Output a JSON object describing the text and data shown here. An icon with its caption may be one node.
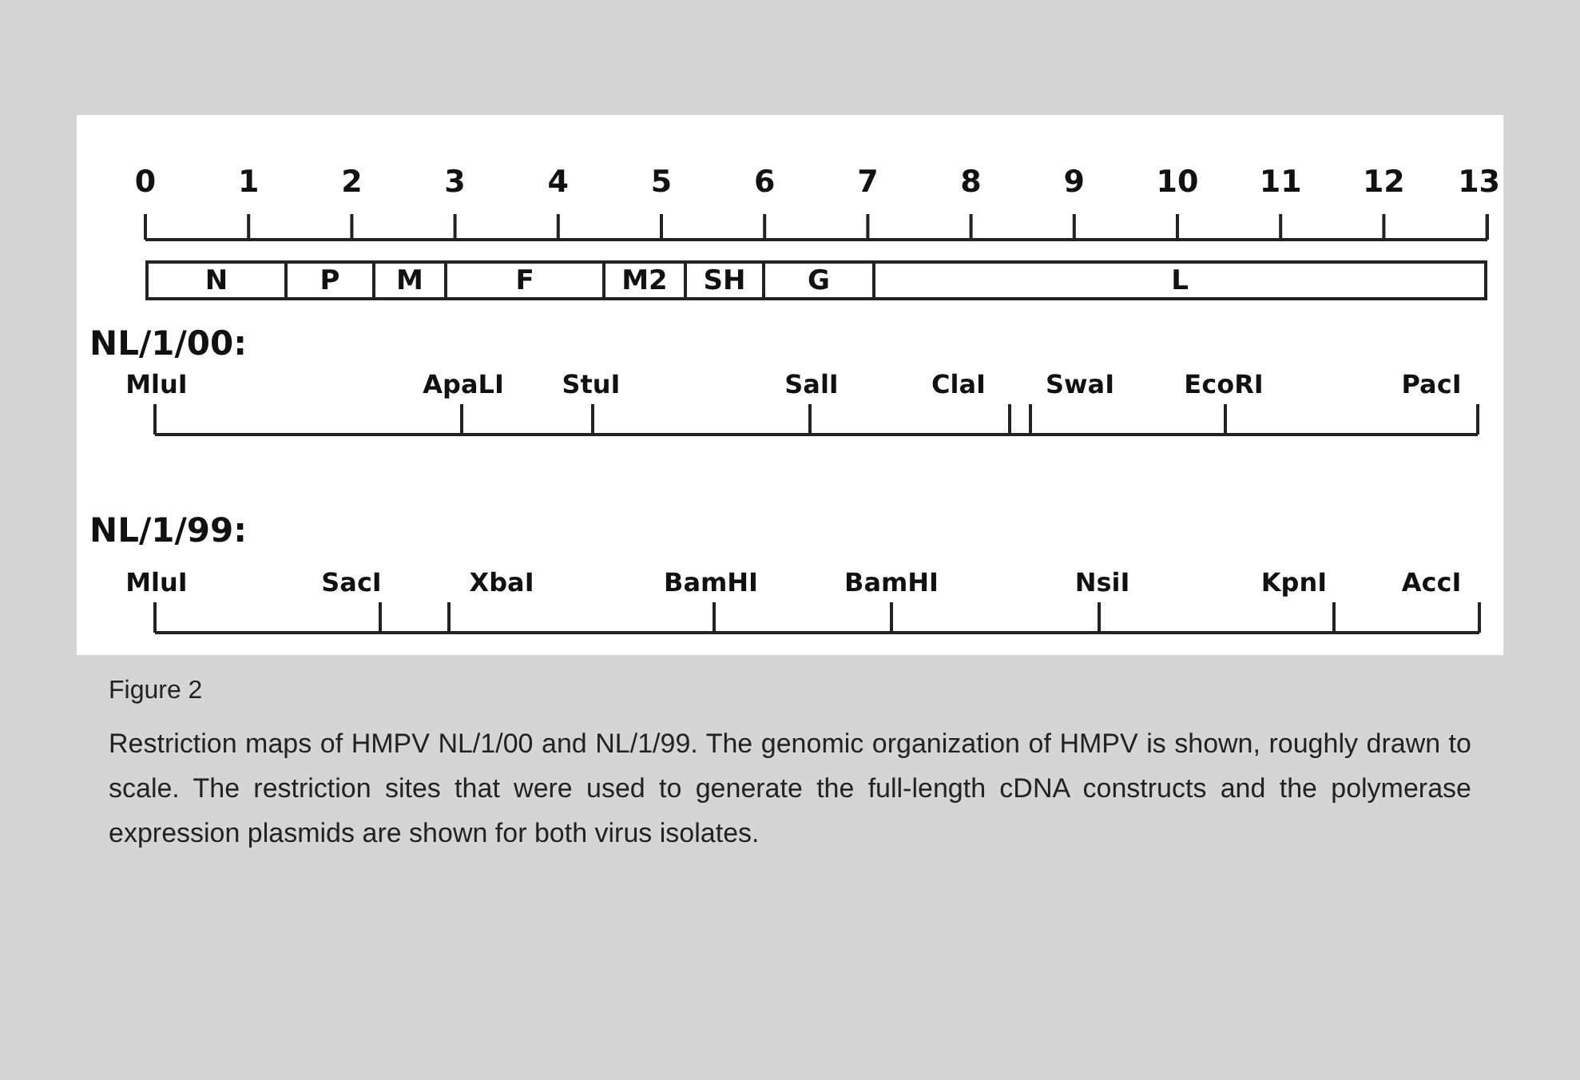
{
  "diagram": {
    "caption": "Restriction maps of HMPV NL/1/00 and NL/1/99. The genomic organization of HMPV is shown, roughly drawn to scale. The restriction sites that were used to generate the full-length cDNA constructs and the polymerase expression plasmids are shown for both virus isolates.",
    "nodes": [
      {
        "text": [
          "N"
        ]
      },
      {
        "text": [
          "P"
        ]
      },
      {
        "text": [
          "M"
        ]
      },
      {
        "text": [
          "F"
        ]
      },
      {
        "text": [
          "M2"
        ]
      },
      {
        "text": [
          "SH"
        ]
      },
      {
        "text": [
          "G"
        ]
      },
      {
        "text": [
          "L"
        ]
      }
    ],
    "labels": [
      "0",
      "1",
      "2",
      "3",
      "4",
      "5",
      "6",
      "7",
      "8",
      "9",
      "10",
      "11",
      "12",
      "13",
      "NL/1/00:",
      "MluI",
      "ApaLI",
      "StuI",
      "SalI",
      "ClaI",
      "SwaI",
      "EcoRI",
      "PacI",
      "NL/1/99:",
      "MluI",
      "SacI",
      "XbaI",
      "BamHI",
      "BamHI",
      "NsiI",
      "KpnI",
      "AccI",
      "Figure 2"
    ]
  }
}
